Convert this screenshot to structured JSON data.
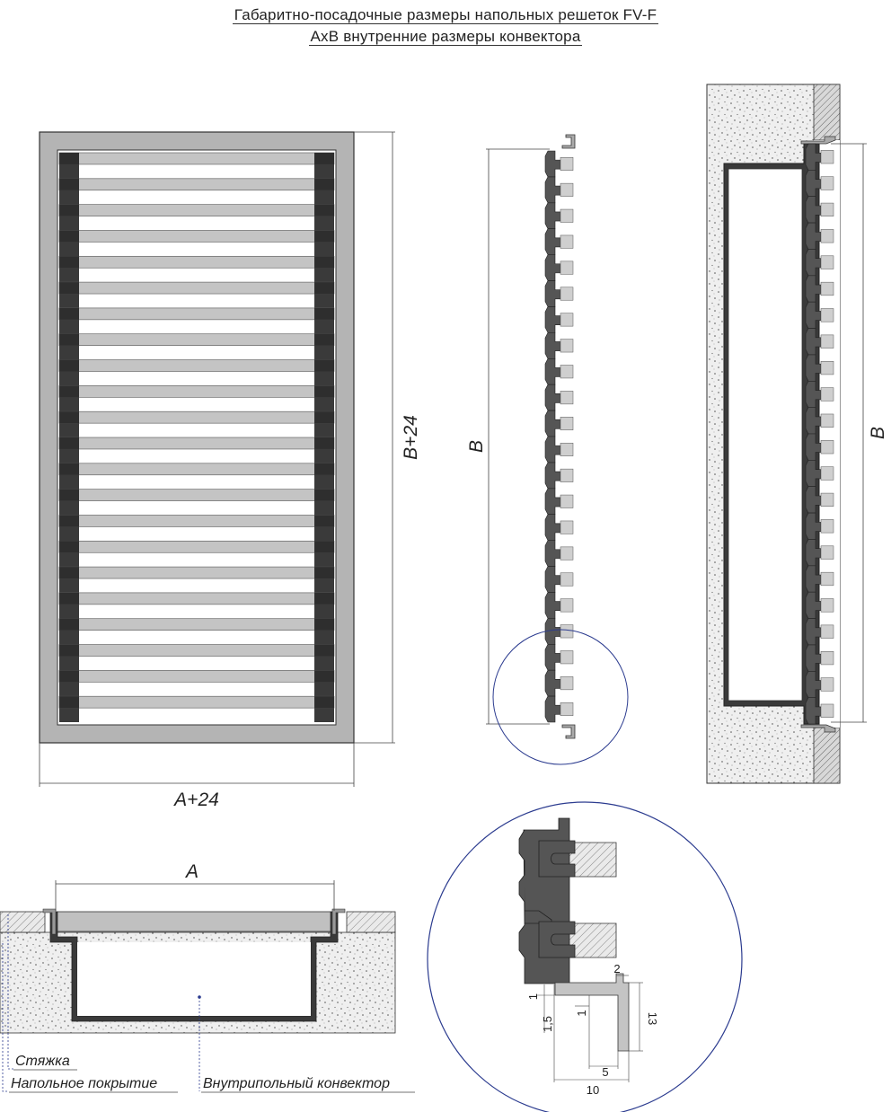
{
  "header": {
    "title_line1": "Габаритно-посадочные размеры напольных решеток FV-F",
    "title_line2": "AxB внутренние размеры конвектора"
  },
  "plan_view": {
    "dim_width": "A+24",
    "dim_height": "B+24",
    "slat_count": 22
  },
  "side_view": {
    "dim_height": "B"
  },
  "install_section": {
    "dim_height": "B"
  },
  "cross_section": {
    "dim_width": "A",
    "labels": {
      "screed": "Стяжка",
      "floor_covering": "Напольное покрытие",
      "convector": "Внутрипольный конвектор"
    }
  },
  "detail_view": {
    "dims": [
      "1",
      "1,5",
      "1",
      "2",
      "13",
      "5",
      "10"
    ]
  },
  "colors": {
    "grille_frame": "#b4b4b4",
    "slat": "#c4c4c4",
    "dark_bar": "#3a3a3a",
    "profile": "#555555",
    "circle": "#2b3b8f",
    "concrete": "#eeeeee"
  }
}
